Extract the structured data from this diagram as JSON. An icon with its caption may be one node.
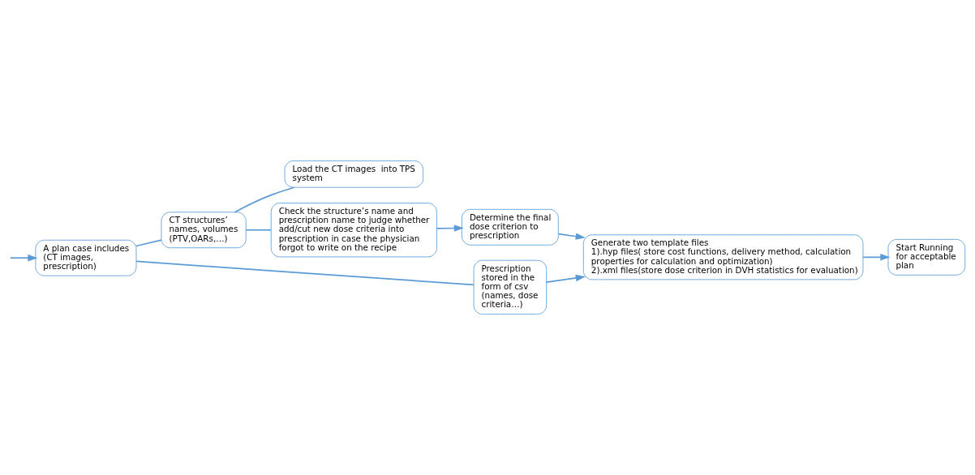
{
  "diagram": {
    "nodes": [
      {
        "text": [
          "A plan case includes (CT images, prescription)"
        ]
      },
      {
        "text": [
          "CT structures’ names, volumes (PTV,OARs,…)"
        ]
      },
      {
        "text": [
          "Prescription stored in the form of csv (names, dose criteria…)"
        ]
      },
      {
        "text": [
          "Load the CT images  into TPS system"
        ]
      },
      {
        "text": [
          "Check the structure’s name and prescription name to judge whether add/cut new dose criteria into prescription in case the physician forgot to write on the recipe"
        ]
      },
      {
        "text": [
          "Determine the final dose criterion to prescription"
        ]
      },
      {
        "text": [
          "Generate two template files",
          "1).hyp files( store cost functions, delivery method, calculation properties for calculation and optimization)",
          "2).xml files(store dose criterion in DVH statistics for evaluation)"
        ]
      },
      {
        "text": [
          "Start Running for acceptable plan"
        ]
      }
    ],
    "edges": [
      {
        "from": null,
        "to": 0,
        "arrow": "to"
      },
      {
        "from": 0,
        "to": 1,
        "arrow": "none"
      },
      {
        "from": 0,
        "to": 2,
        "arrow": "none"
      },
      {
        "from": 1,
        "to": 3,
        "arrow": "none"
      },
      {
        "from": 1,
        "to": 4,
        "arrow": "none"
      },
      {
        "from": 4,
        "to": 5,
        "arrow": "to"
      },
      {
        "from": 5,
        "to": 6,
        "arrow": "to"
      },
      {
        "from": 2,
        "to": 6,
        "arrow": "to"
      },
      {
        "from": 6,
        "to": 7,
        "arrow": "to"
      }
    ]
  }
}
